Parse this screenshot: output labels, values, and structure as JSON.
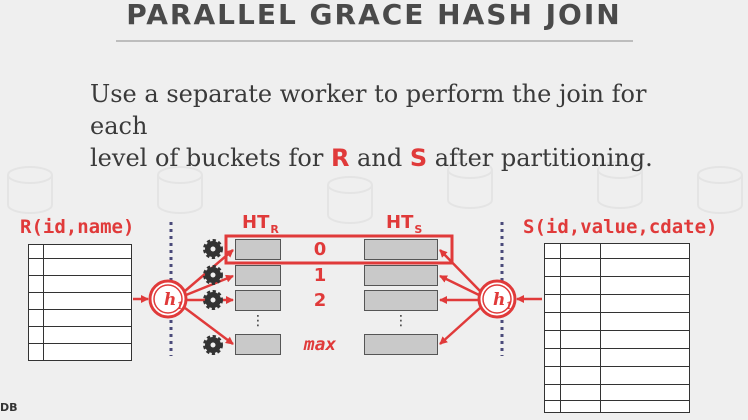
{
  "slide": {
    "title": "PARALLEL GRACE HASH JOIN",
    "body": {
      "line1": "Use a separate worker to perform the join for each",
      "line2_prefix": "level of buckets for ",
      "r": "R",
      "and": " and ",
      "s": "S",
      "line2_suffix": " after partitioning."
    },
    "footer": "DB"
  },
  "diagram": {
    "left_relation": "R(id,name)",
    "right_relation": "S(id,value,cdate)",
    "ht_r": {
      "base": "HT",
      "sub": "R"
    },
    "ht_s": {
      "base": "HT",
      "sub": "S"
    },
    "hash_left": {
      "base": "h",
      "sub": "1"
    },
    "hash_right": {
      "base": "h",
      "sub": "1"
    },
    "buckets": [
      "0",
      "1",
      "2",
      "max"
    ],
    "ellipsis": "⋮",
    "accent_color": "#e03a3a",
    "icons": [
      "worker-gear-icon",
      "hash-function-icon",
      "arrow-icon"
    ]
  }
}
